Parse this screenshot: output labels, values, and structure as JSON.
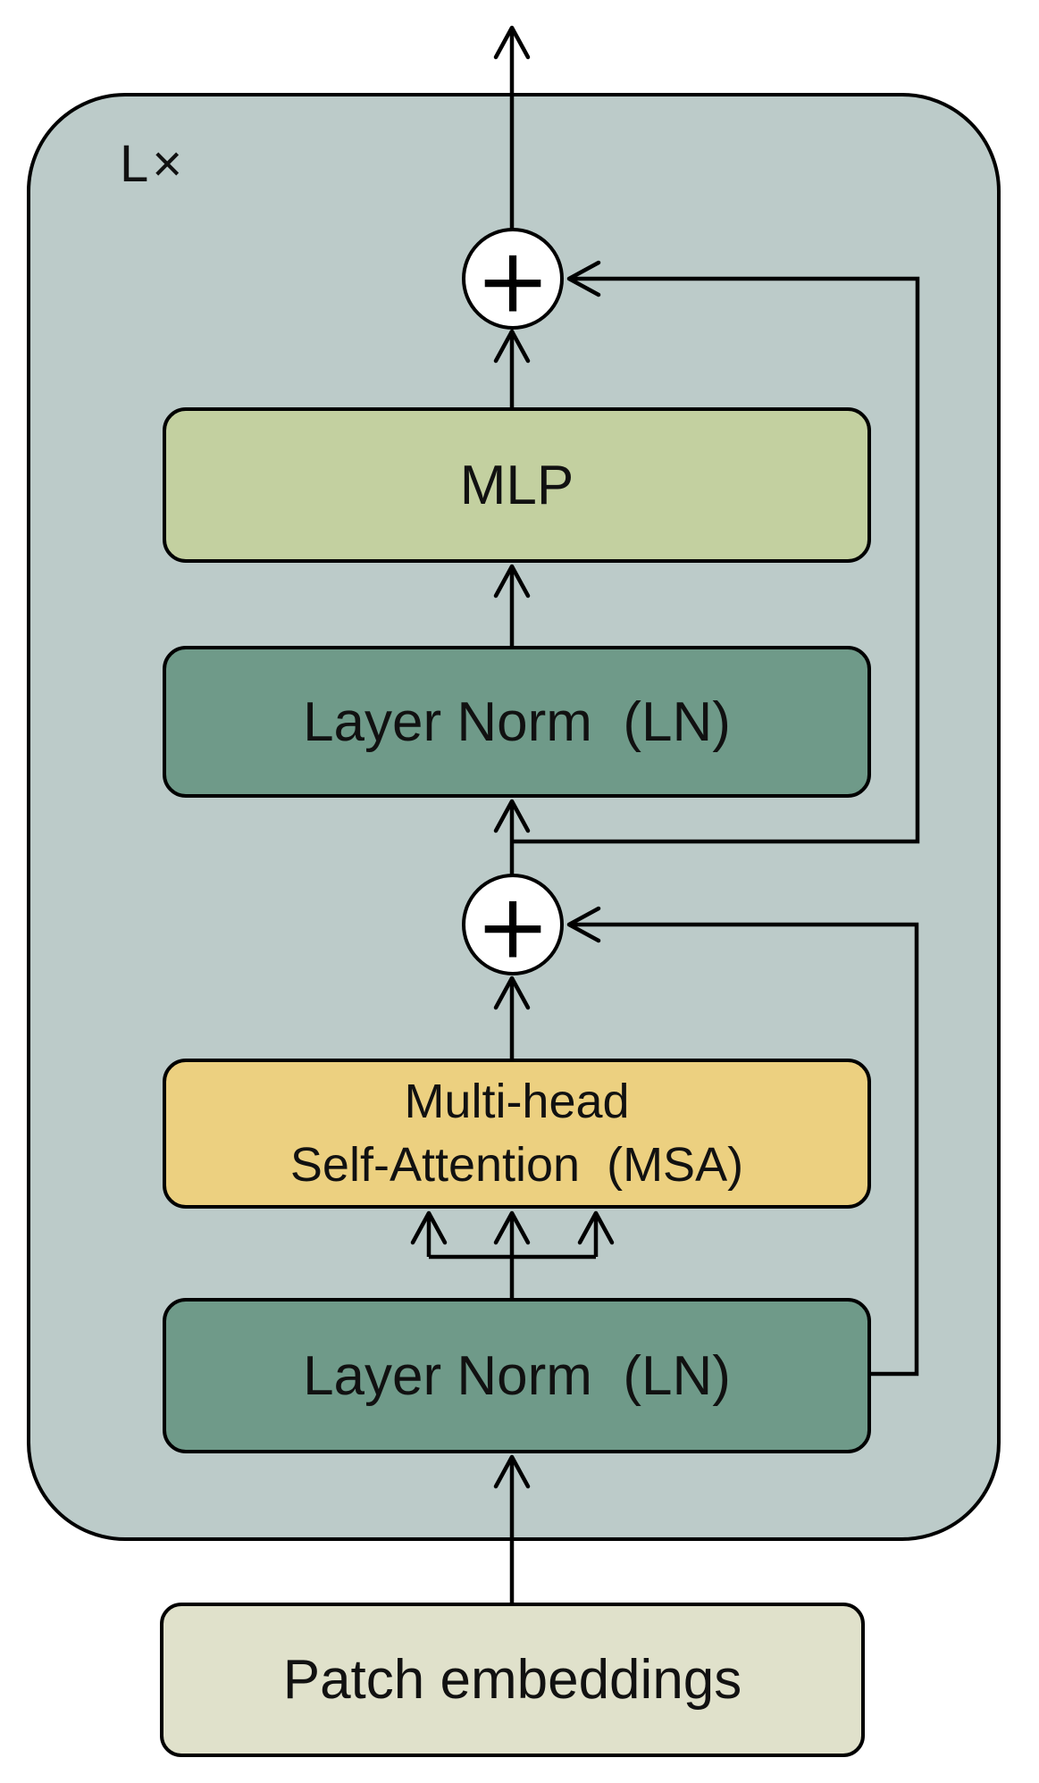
{
  "colors": {
    "background": "#ffffff",
    "container_fill": "#bccbc9",
    "outline": "#000000",
    "mlp_fill": "#c3d0a0",
    "layer_norm_fill": "#6f9a89",
    "msa_fill": "#ecd080",
    "patch_fill": "#e0e1cb",
    "node_text": "#111111"
  },
  "diagram": {
    "repeat_label": "L×",
    "add_symbol": "+",
    "nodes": {
      "mlp": {
        "label": "MLP"
      },
      "layer_norm_top": {
        "label": "Layer Norm  (LN)"
      },
      "msa": {
        "line1": "Multi-head",
        "line2": "Self-Attention  (MSA)"
      },
      "layer_norm_bottom": {
        "label": "Layer Norm  (LN)"
      },
      "patch_embeddings": {
        "label": "Patch embeddings"
      }
    }
  }
}
